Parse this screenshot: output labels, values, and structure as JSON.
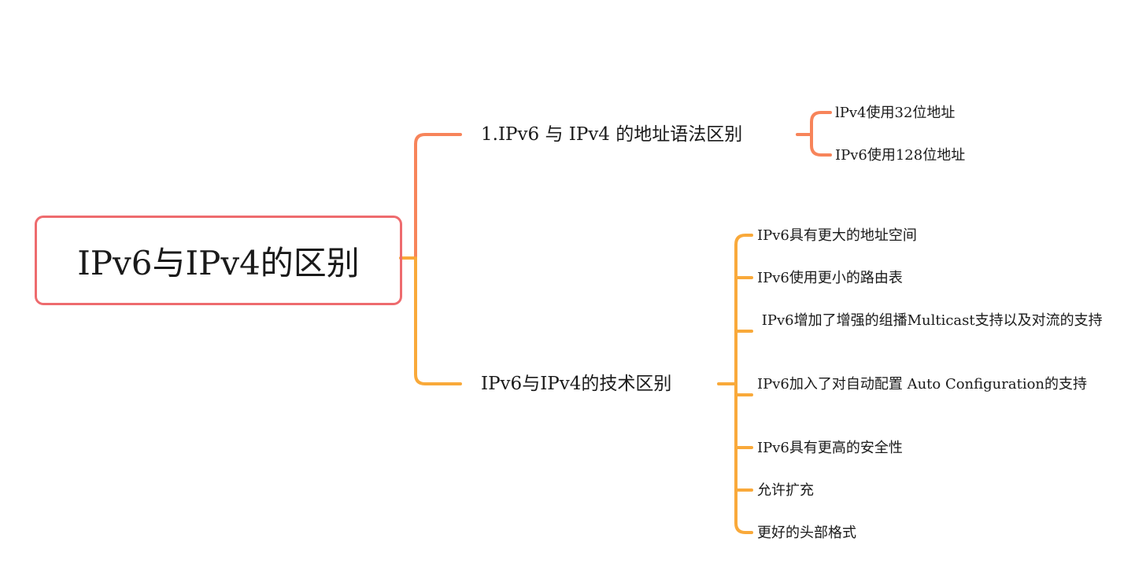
{
  "root": {
    "label": "IPv6与IPv4的区别"
  },
  "branches": [
    {
      "label": "1.IPv6 与 IPv4 的地址语法区别",
      "color": "#f7845a",
      "children": [
        "lPv4使用32位地址",
        "IPv6使用128位地址"
      ]
    },
    {
      "label": "IPv6与IPv4的技术区别",
      "color": "#f9a93a",
      "children": [
        "IPv6具有更大的地址空间",
        "IPv6使用更小的路由表",
        " IPv6增加了增强的组播Multicast支持以及对流的支持",
        "IPv6加入了对自动配置 Auto Configuration的支持",
        "IPv6具有更高的安全性",
        "允许扩充",
        "更好的头部格式"
      ]
    }
  ],
  "colors": {
    "root_border": "#ee6b6e"
  }
}
